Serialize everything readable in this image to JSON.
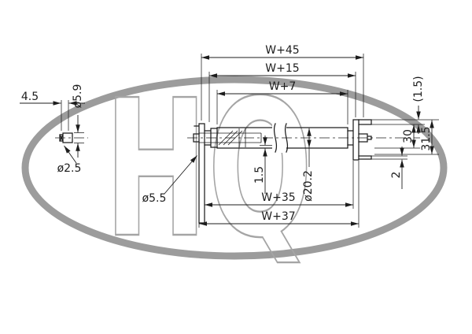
{
  "watermark": {
    "text": "HQ"
  },
  "drawing": {
    "dims": {
      "top_outer": "W+45",
      "top_middle": "W+15",
      "top_inner": "W+7",
      "bottom_inner": "W+35",
      "bottom_outer": "W+37",
      "pin_length": "4.5",
      "pin_diameter": "ø5.9",
      "pin_tip_diameter": "ø2.5",
      "mount_hole_diameter": "ø5.5",
      "wall_thickness": "1.5",
      "tube_diameter": "ø20.2",
      "flange_gap": "(1.5)",
      "frame_drop": "30",
      "frame_drop_overall": "31.5",
      "plate_thickness": "2"
    }
  }
}
